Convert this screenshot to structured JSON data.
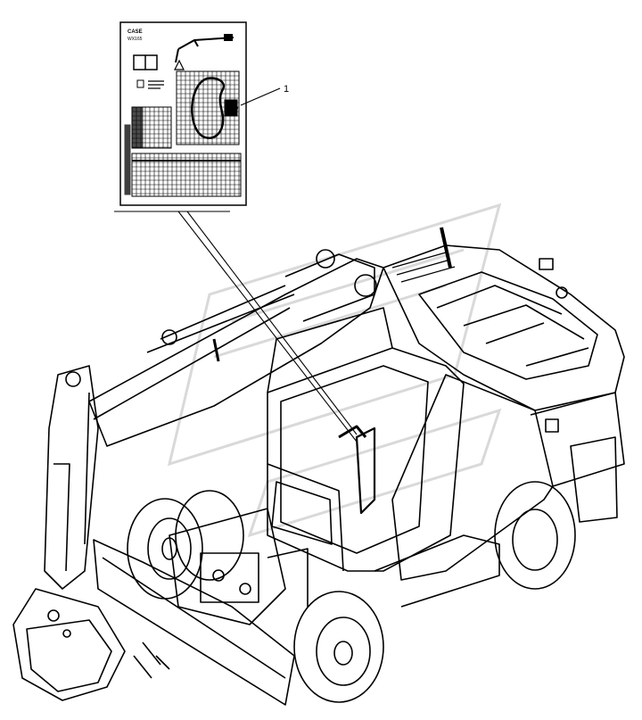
{
  "callout": {
    "number": "1"
  },
  "decal": {
    "brand": "CASE",
    "model": "WX165"
  },
  "colors": {
    "ink": "#000000",
    "paper": "#ffffff",
    "watermark": "#d9d9d9"
  },
  "icons": [
    "operator-manual-icon",
    "warning-triangle-icon",
    "lifting-chart-icon"
  ]
}
